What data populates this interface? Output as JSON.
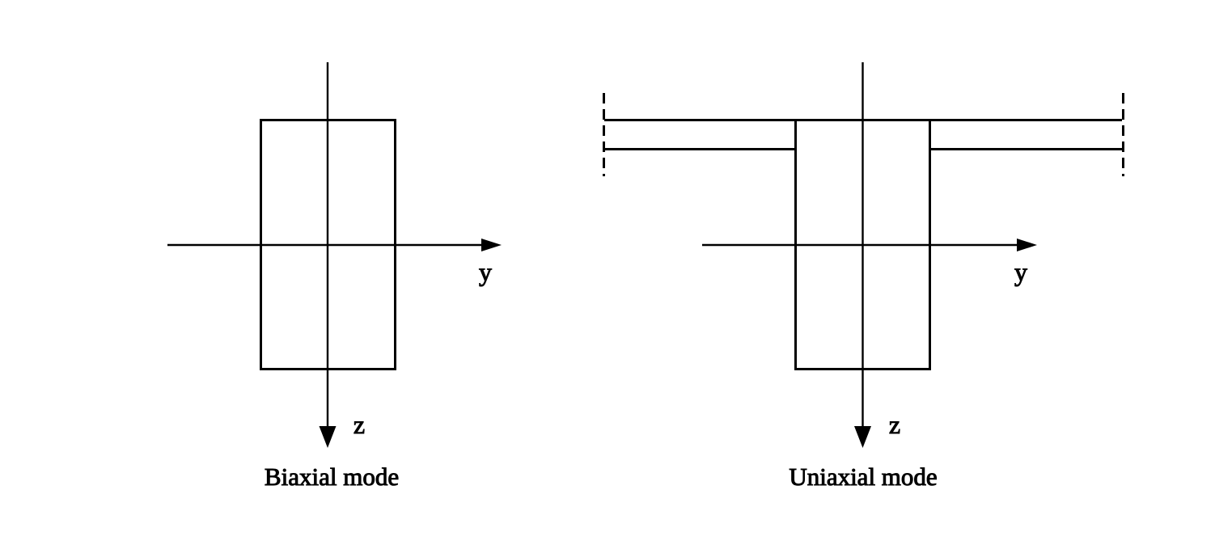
{
  "figure": {
    "background_color": "#ffffff",
    "line_color": "#000000",
    "diagrams": [
      {
        "name": "biaxial",
        "shape": "rectangular-cross-section",
        "axis_labels": {
          "y": "y",
          "z": "z"
        },
        "caption": "Biaxial mode"
      },
      {
        "name": "uniaxial",
        "shape": "t-section-with-dashed-flange-continuation",
        "axis_labels": {
          "y": "y",
          "z": "z"
        },
        "caption": "Uniaxial mode"
      }
    ]
  }
}
